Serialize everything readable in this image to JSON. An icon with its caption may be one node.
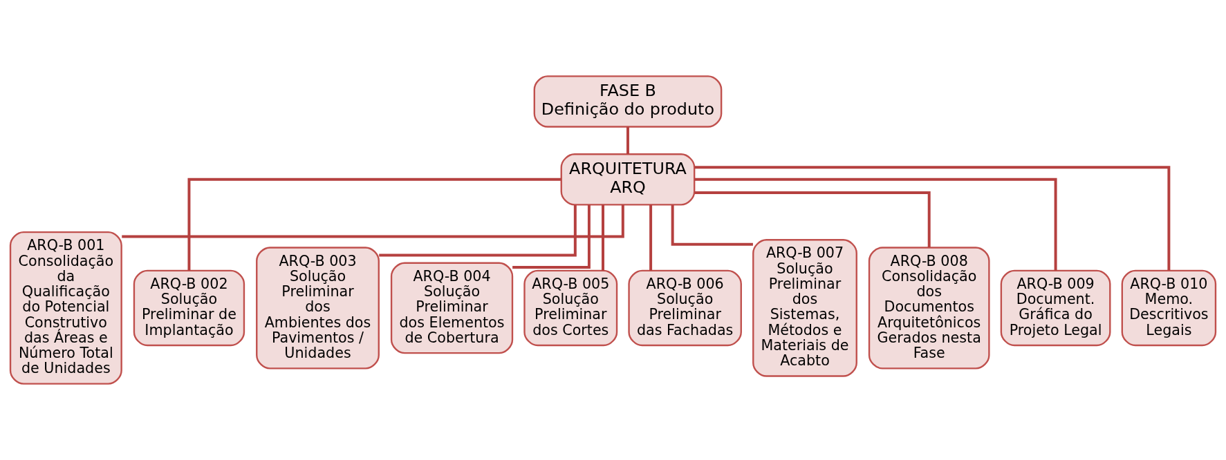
{
  "diagram": {
    "nodes": [
      {
        "text": [
          "FASE B",
          "Definição do produto"
        ]
      },
      {
        "text": [
          "ARQUITETURA",
          "ARQ"
        ]
      },
      {
        "text": [
          "ARQ-B 001",
          "Consolidação da Qualificação do Potencial",
          "Construtivo das Áreas e Número Total de Unidades"
        ]
      },
      {
        "text": [
          "ARQ-B 002",
          "Solução Preliminar de Implantação"
        ]
      },
      {
        "text": [
          "ARQ-B 003",
          "Solução Preliminar dos",
          "Ambientes dos Pavimentos / Unidades"
        ]
      },
      {
        "text": [
          "ARQ-B 004",
          "Solução Preliminar dos Elementos de Cobertura"
        ]
      },
      {
        "text": [
          "ARQ-B 005",
          "Solução Preliminar dos Cortes"
        ]
      },
      {
        "text": [
          "ARQ-B 006",
          "Solução Preliminar das Fachadas"
        ]
      },
      {
        "text": [
          "ARQ-B 007",
          "Solução Preliminar dos",
          "Sistemas, Métodos e Materiais de Acabto"
        ]
      },
      {
        "text": [
          "ARQ-B 008",
          "Consolidação dos",
          "Documentos Arquitetônicos Gerados nesta Fase"
        ]
      },
      {
        "text": [
          "ARQ-B 009",
          "Document. Gráfica do Projeto Legal"
        ]
      },
      {
        "text": [
          "ARQ-B 010",
          "Memo. Descritivos Legais"
        ]
      }
    ],
    "edges": [
      {
        "from": 0,
        "to": 1,
        "arrow": "none"
      },
      {
        "from": 1,
        "to": 2,
        "arrow": "none"
      },
      {
        "from": 1,
        "to": 3,
        "arrow": "none"
      },
      {
        "from": 1,
        "to": 4,
        "arrow": "none"
      },
      {
        "from": 1,
        "to": 5,
        "arrow": "none"
      },
      {
        "from": 1,
        "to": 6,
        "arrow": "none"
      },
      {
        "from": 1,
        "to": 7,
        "arrow": "none"
      },
      {
        "from": 1,
        "to": 8,
        "arrow": "none"
      },
      {
        "from": 1,
        "to": 9,
        "arrow": "none"
      },
      {
        "from": 1,
        "to": 10,
        "arrow": "none"
      },
      {
        "from": 1,
        "to": 11,
        "arrow": "none"
      }
    ]
  }
}
